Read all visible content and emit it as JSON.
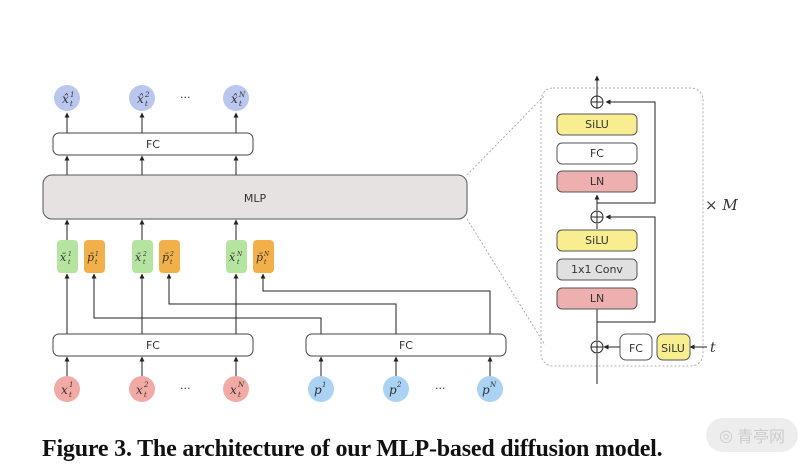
{
  "diagram": {
    "outputs": [
      {
        "base": "x̂",
        "sub": "t",
        "sup": "1"
      },
      {
        "base": "x̂",
        "sub": "t",
        "sup": "2"
      },
      {
        "base": "x̂",
        "sub": "t",
        "sup": "N"
      }
    ],
    "ellipsis": "···",
    "top_fc_label": "FC",
    "mlp_label": "MLP",
    "mid_tokens": [
      {
        "kind": "x",
        "base": "x̄",
        "sub": "t",
        "sup": "1"
      },
      {
        "kind": "p",
        "base": "p̄",
        "sub": "t",
        "sup": "1"
      },
      {
        "kind": "x",
        "base": "x̄",
        "sub": "t",
        "sup": "2"
      },
      {
        "kind": "p",
        "base": "p̄",
        "sub": "t",
        "sup": "2"
      },
      {
        "kind": "x",
        "base": "x̄",
        "sub": "t",
        "sup": "N"
      },
      {
        "kind": "p",
        "base": "p̄",
        "sub": "t",
        "sup": "N"
      }
    ],
    "bottom_left_fc_label": "FC",
    "bottom_right_fc_label": "FC",
    "x_inputs": [
      {
        "base": "x",
        "sub": "t",
        "sup": "1"
      },
      {
        "base": "x",
        "sub": "t",
        "sup": "2"
      },
      {
        "base": "x",
        "sub": "t",
        "sup": "N"
      }
    ],
    "p_inputs": [
      {
        "base": "p",
        "sup": "1"
      },
      {
        "base": "p",
        "sup": "2"
      },
      {
        "base": "p",
        "sup": "N"
      }
    ],
    "block": {
      "upper": [
        "SiLU",
        "FC",
        "LN"
      ],
      "lower": [
        "SiLU",
        "1x1 Conv",
        "LN"
      ],
      "time_fc": "FC",
      "time_silu": "SiLU",
      "time_input": "t",
      "repeat_label": "× M"
    },
    "colors": {
      "output_node": "#b9c6ee",
      "x_input_node": "#f2aaa6",
      "p_input_node": "#a9d2f3",
      "x_token": "#b5e3a0",
      "p_token": "#f2b04a",
      "silu": "#f8ee90",
      "ln": "#eeb0ae",
      "conv": "#e0e0e0",
      "mlp": "#e6e2e2"
    }
  },
  "caption": "Figure 3. The architecture of our MLP-based diffusion model.",
  "watermark": "青亭网"
}
